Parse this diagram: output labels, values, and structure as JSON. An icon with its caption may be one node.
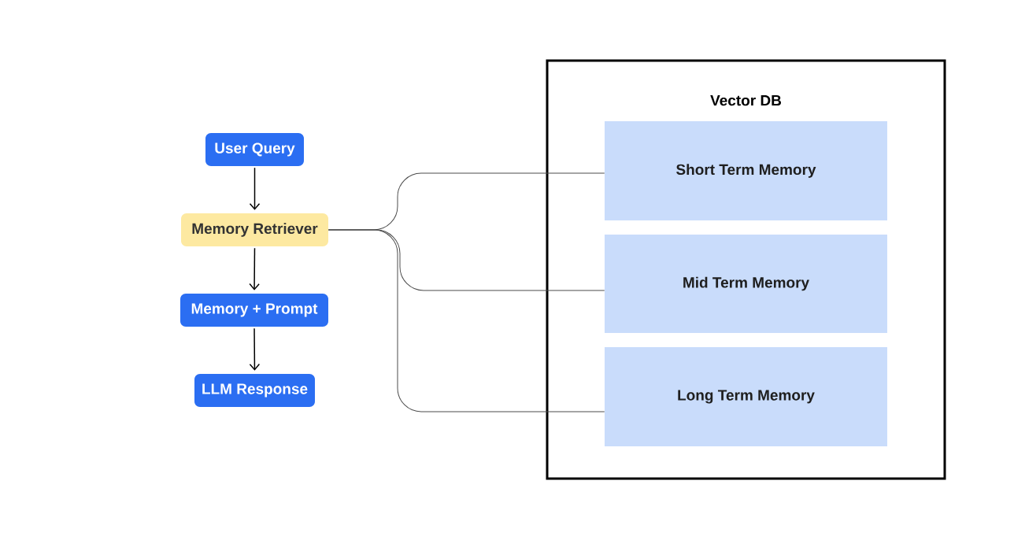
{
  "diagram": {
    "nodes": [
      {
        "text": [
          "User Query"
        ]
      },
      {
        "text": [
          "Memory Retriever"
        ]
      },
      {
        "text": [
          "Memory + Prompt"
        ]
      },
      {
        "text": [
          "LLM Response"
        ]
      },
      {
        "text": [
          "Vector DB"
        ]
      },
      {
        "text": [
          "Short Term Memory"
        ],
        "in": 4
      },
      {
        "text": [
          "Mid Term Memory"
        ],
        "in": 4
      },
      {
        "text": [
          "Long Term Memory"
        ],
        "in": 4
      }
    ],
    "edges": [
      {
        "from": 0,
        "to": 1,
        "arrow": "to"
      },
      {
        "from": 1,
        "to": 2,
        "arrow": "to"
      },
      {
        "from": 2,
        "to": 3,
        "arrow": "to"
      },
      {
        "from": 1,
        "to": 5,
        "arrow": "none"
      },
      {
        "from": 1,
        "to": 6,
        "arrow": "none"
      },
      {
        "from": 1,
        "to": 7,
        "arrow": "none"
      }
    ]
  }
}
